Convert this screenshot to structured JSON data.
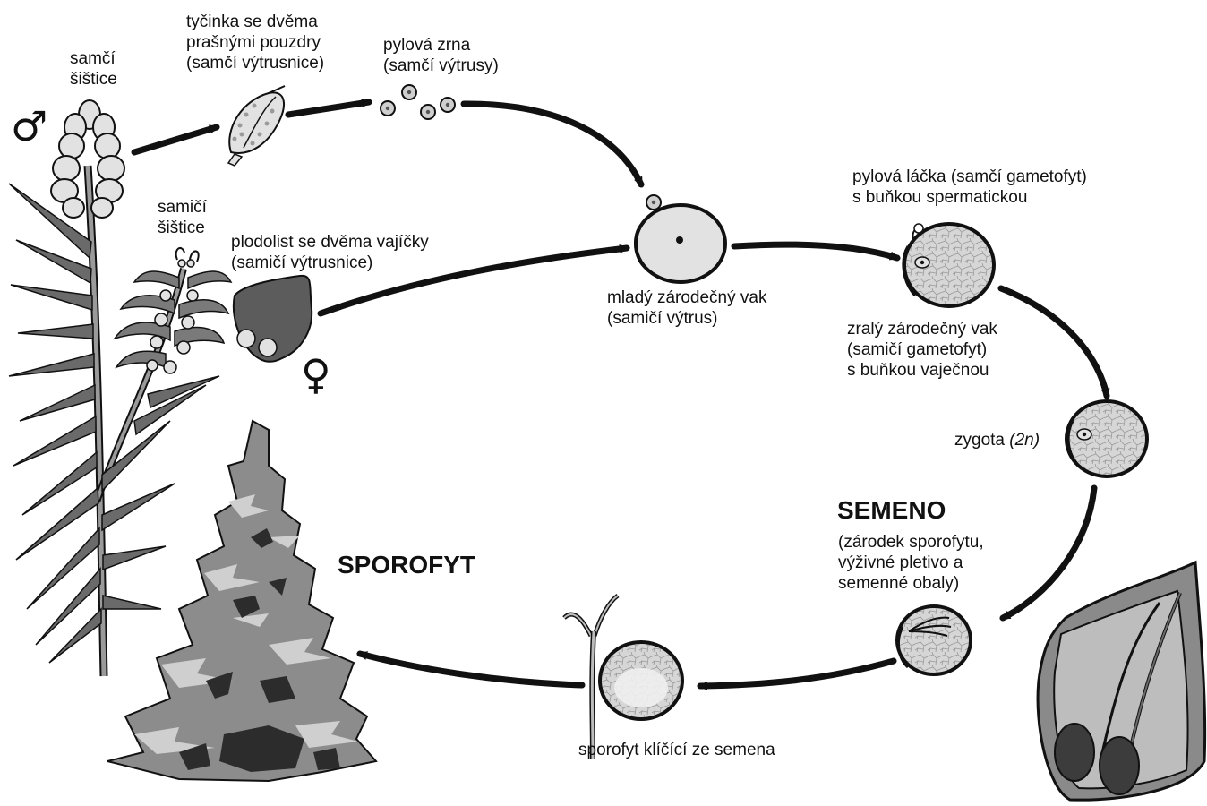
{
  "labels": {
    "male_cone": [
      "samčí",
      "šištice"
    ],
    "female_cone": [
      "samičí",
      "šištice"
    ],
    "stamen": [
      "tyčinka se dvěma",
      "prašnými pouzdry",
      "(samčí výtrusnice)"
    ],
    "pollen": [
      "pylová zrna",
      "(samčí výtrusy)"
    ],
    "carpel": [
      "plodolist se dvěma vajíčky",
      "(samičí výtrusnice)"
    ],
    "young_sac": [
      "mladý zárodečný vak",
      "(samičí výtrus)"
    ],
    "pollen_tube": [
      "pylová láčka (samčí gametofyt)",
      "s buňkou spermatickou"
    ],
    "mature_sac": [
      "zralý zárodečný vak",
      "(samičí gametofyt)",
      "s buňkou vaječnou"
    ],
    "zygote": {
      "text": "zygota ",
      "ploidy": "(2n)"
    },
    "seed_title": "SEMENO",
    "seed_desc": [
      "(zárodek sporofytu,",
      "výživné pletivo a",
      "semenné obaly)"
    ],
    "seedling": "sporofyt klíčící ze semena",
    "sporophyte": "SPOROFYT"
  },
  "symbols": {
    "male": "♂",
    "female": "♀"
  },
  "colors": {
    "outline": "#111111",
    "light_fill": "#e2e2e2",
    "mid_fill": "#9a9a9a",
    "dark_fill": "#5c5c5c",
    "tissue_fill": "#cfcfcf"
  }
}
